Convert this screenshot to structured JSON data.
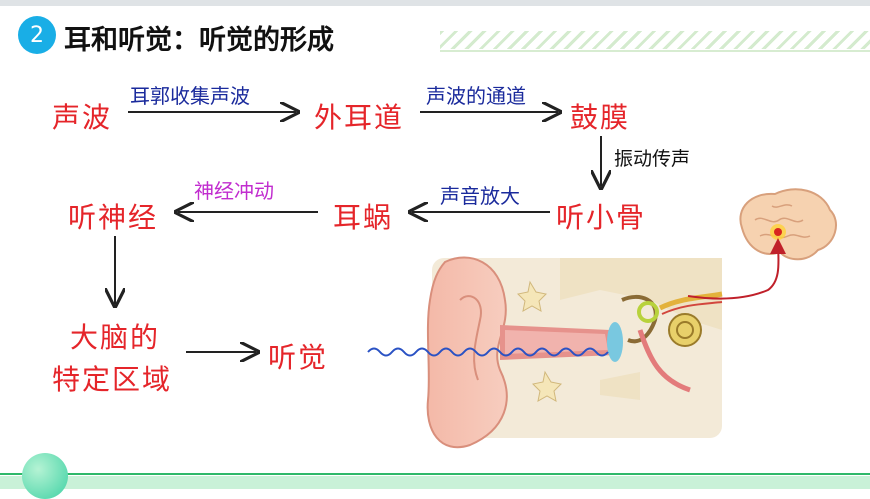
{
  "header": {
    "badge": "2",
    "title": "耳和听觉：听觉的形成"
  },
  "nodes": {
    "sound_wave": "声波",
    "ear_canal": "外耳道",
    "eardrum": "鼓膜",
    "ossicles": "听小骨",
    "cochlea": "耳蜗",
    "auditory_nerve": "听神经",
    "brain_line1": "大脑的",
    "brain_line2": "特定区域",
    "hearing": "听觉"
  },
  "labels": {
    "auricle_collect": "耳郭收集声波",
    "sound_channel": "声波的通道",
    "vibrate_transmit": "振动传声",
    "amplify": "声音放大",
    "nerve_impulse": "神经冲动"
  },
  "colors": {
    "node": "#e5252a",
    "label_blue": "#1a2a9c",
    "label_purple": "#c12ccf",
    "badge": "#19aee6"
  }
}
